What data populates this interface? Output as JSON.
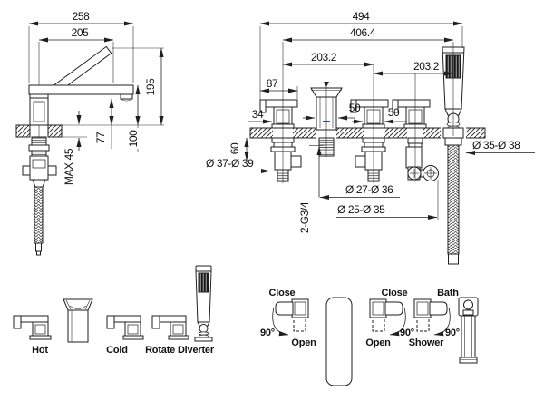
{
  "colors": {
    "line": "#1f1f1f",
    "accent_blue": "#2f4fae",
    "background": "#ffffff"
  },
  "left_view": {
    "dim_total_length": "258",
    "dim_spout_reach": "205",
    "dim_total_height": "195",
    "dim_spout_clearance": "77",
    "dim_body_height": "100",
    "dim_deck_thickness": "MAX 45"
  },
  "right_view": {
    "dim_total_length": "494",
    "dim_outer_centers": "406.4",
    "dim_spacing_left": "203.2",
    "dim_spacing_right": "203.2",
    "dim_handle_length": "87",
    "dim_handle_offset": "34",
    "dim_spout_width": "50",
    "dim_handle_width": "50",
    "dim_under_deck": "60",
    "hole_handle": "Ø 37-Ø 39",
    "hole_shower": "Ø 35-Ø 38",
    "hole_spout": "Ø 27-Ø 36",
    "hole_diverter": "Ø 25-Ø 35",
    "thread_connection": "2-G3/4"
  },
  "legend": {
    "hot": "Hot",
    "cold": "Cold",
    "rotate_diverter": "Rotate Diverter"
  },
  "operation": {
    "hot_handle": {
      "close": "Close",
      "open": "Open",
      "angle": "90°"
    },
    "cold_handle": {
      "close": "Close",
      "open": "Open",
      "angle": "90°"
    },
    "diverter_handle": {
      "bath": "Bath",
      "shower": "Shower",
      "angle": "90°"
    }
  }
}
